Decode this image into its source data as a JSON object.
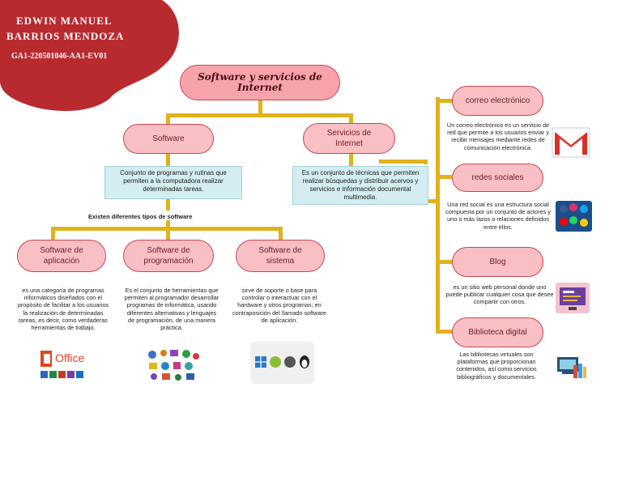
{
  "author": {
    "name_line1": "EDWIN MANUEL",
    "name_line2": "BARRIOS MENDOZA",
    "code": "GA1-220501046-AA1-EV01"
  },
  "title": "Software y servicios de Internet",
  "software": {
    "label": "Software",
    "description": "Conjunto de programas y rutinas que permiten a la computadora realizar determinadas tareas.",
    "types_note": "Existen diferentes tipos de software",
    "types": [
      {
        "label": "Software de aplicación",
        "description": "es una categoría de programas informáticos diseñados con el propósito de facilitar a los usuarios la realización de determinadas tareas, es decir, como verdaderas herramientas de trabajo.",
        "icon": "office-logo-icon",
        "icon_text": "Office"
      },
      {
        "label": "Software de programación",
        "description": "Es el conjunto de herramientas que permiten al programador desarrollar programas de informática, usando diferentes alternativas y lenguajes de programación, de una manera práctica.",
        "icon": "programming-languages-collage-icon"
      },
      {
        "label": "Software de sistema",
        "description": "sirve de soporte o base para controlar o interactuar con el hardware y otros programas; en contraposición del llamado software de aplicación.",
        "icon": "operating-systems-icon"
      }
    ]
  },
  "internet": {
    "label": "Servicios de Internet",
    "description": "Es un conjunto de técnicas que permiten realizar búsquedas y distribuir acervos y servicios e información documental multimedia.",
    "services": [
      {
        "label": "correo electrónico",
        "description": "Un correo electrónico es un servicio de red que permite a los usuarios enviar y recibir mensajes mediante redes de comunicación electrónica.",
        "icon": "gmail-icon"
      },
      {
        "label": "redes sociales",
        "description": "Una red social es una estructura social compuesta por un conjunto de actores y uno o más lazos o relaciones definidos entre ellos.",
        "icon": "social-network-apps-icon"
      },
      {
        "label": "Blog",
        "description": "es un sitio web personal donde uno puede publicar cualquier cosa que desee compartir con otros.",
        "icon": "blog-screen-icon"
      },
      {
        "label": "Biblioteca digital",
        "description": "Las bibliotecas virtuales son plataformas que proporcionan contenidos, así como servicios bibliográficos y documentales.",
        "icon": "digital-library-icon"
      }
    ]
  },
  "colors": {
    "blob": "#b92a2f",
    "pill_fill": "#f8bfc4",
    "pill_border": "#c9464f",
    "connector": "#e0b21c",
    "desc_box": "#d3edf1"
  }
}
